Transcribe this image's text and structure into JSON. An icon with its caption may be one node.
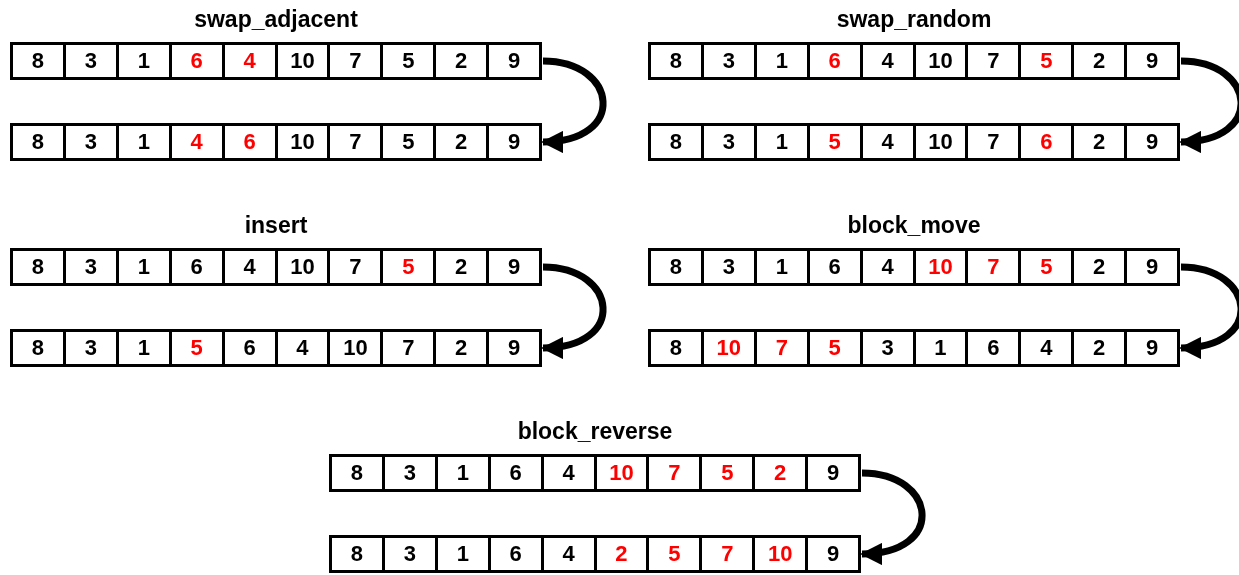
{
  "diagram": {
    "nodes": [
      {
        "text": [
          "swap_adjacent"
        ]
      },
      {
        "text": [],
        "shape": "bar",
        "in": 0
      },
      {
        "text": [
          "8"
        ],
        "in": 1
      },
      {
        "text": [
          "3"
        ],
        "in": 1
      },
      {
        "text": [
          "1"
        ],
        "in": 1
      },
      {
        "text": [
          "6"
        ],
        "in": 1
      },
      {
        "text": [
          "4"
        ],
        "in": 1
      },
      {
        "text": [
          "10"
        ],
        "in": 1
      },
      {
        "text": [
          "7"
        ],
        "in": 1
      },
      {
        "text": [
          "5"
        ],
        "in": 1
      },
      {
        "text": [
          "2"
        ],
        "in": 1
      },
      {
        "text": [
          "9"
        ],
        "in": 1
      },
      {
        "text": [],
        "shape": "bar",
        "in": 0
      },
      {
        "text": [
          "8"
        ],
        "in": 12
      },
      {
        "text": [
          "3"
        ],
        "in": 12
      },
      {
        "text": [
          "1"
        ],
        "in": 12
      },
      {
        "text": [
          "4"
        ],
        "in": 12
      },
      {
        "text": [
          "6"
        ],
        "in": 12
      },
      {
        "text": [
          "10"
        ],
        "in": 12
      },
      {
        "text": [
          "7"
        ],
        "in": 12
      },
      {
        "text": [
          "5"
        ],
        "in": 12
      },
      {
        "text": [
          "2"
        ],
        "in": 12
      },
      {
        "text": [
          "9"
        ],
        "in": 12
      },
      {
        "text": [
          "swap_random"
        ]
      },
      {
        "text": [],
        "shape": "bar",
        "in": 23
      },
      {
        "text": [
          "8"
        ],
        "in": 24
      },
      {
        "text": [
          "3"
        ],
        "in": 24
      },
      {
        "text": [
          "1"
        ],
        "in": 24
      },
      {
        "text": [
          "6"
        ],
        "in": 24
      },
      {
        "text": [
          "4"
        ],
        "in": 24
      },
      {
        "text": [
          "10"
        ],
        "in": 24
      },
      {
        "text": [
          "7"
        ],
        "in": 24
      },
      {
        "text": [
          "5"
        ],
        "in": 24
      },
      {
        "text": [
          "2"
        ],
        "in": 24
      },
      {
        "text": [
          "9"
        ],
        "in": 24
      },
      {
        "text": [],
        "shape": "bar",
        "in": 23
      },
      {
        "text": [
          "8"
        ],
        "in": 35
      },
      {
        "text": [
          "3"
        ],
        "in": 35
      },
      {
        "text": [
          "1"
        ],
        "in": 35
      },
      {
        "text": [
          "5"
        ],
        "in": 35
      },
      {
        "text": [
          "4"
        ],
        "in": 35
      },
      {
        "text": [
          "10"
        ],
        "in": 35
      },
      {
        "text": [
          "7"
        ],
        "in": 35
      },
      {
        "text": [
          "6"
        ],
        "in": 35
      },
      {
        "text": [
          "2"
        ],
        "in": 35
      },
      {
        "text": [
          "9"
        ],
        "in": 35
      },
      {
        "text": [
          "insert"
        ]
      },
      {
        "text": [],
        "shape": "bar",
        "in": 46
      },
      {
        "text": [
          "8"
        ],
        "in": 47
      },
      {
        "text": [
          "3"
        ],
        "in": 47
      },
      {
        "text": [
          "1"
        ],
        "in": 47
      },
      {
        "text": [
          "6"
        ],
        "in": 47
      },
      {
        "text": [
          "4"
        ],
        "in": 47
      },
      {
        "text": [
          "10"
        ],
        "in": 47
      },
      {
        "text": [
          "7"
        ],
        "in": 47
      },
      {
        "text": [
          "5"
        ],
        "in": 47
      },
      {
        "text": [
          "2"
        ],
        "in": 47
      },
      {
        "text": [
          "9"
        ],
        "in": 47
      },
      {
        "text": [],
        "shape": "bar",
        "in": 46
      },
      {
        "text": [
          "8"
        ],
        "in": 58
      },
      {
        "text": [
          "3"
        ],
        "in": 58
      },
      {
        "text": [
          "1"
        ],
        "in": 58
      },
      {
        "text": [
          "5"
        ],
        "in": 58
      },
      {
        "text": [
          "6"
        ],
        "in": 58
      },
      {
        "text": [
          "4"
        ],
        "in": 58
      },
      {
        "text": [
          "10"
        ],
        "in": 58
      },
      {
        "text": [
          "7"
        ],
        "in": 58
      },
      {
        "text": [
          "2"
        ],
        "in": 58
      },
      {
        "text": [
          "9"
        ],
        "in": 58
      },
      {
        "text": [
          "block_move"
        ]
      },
      {
        "text": [],
        "shape": "bar",
        "in": 69
      },
      {
        "text": [
          "8"
        ],
        "in": 70
      },
      {
        "text": [
          "3"
        ],
        "in": 70
      },
      {
        "text": [
          "1"
        ],
        "in": 70
      },
      {
        "text": [
          "6"
        ],
        "in": 70
      },
      {
        "text": [
          "4"
        ],
        "in": 70
      },
      {
        "text": [
          "10"
        ],
        "in": 70
      },
      {
        "text": [
          "7"
        ],
        "in": 70
      },
      {
        "text": [
          "5"
        ],
        "in": 70
      },
      {
        "text": [
          "2"
        ],
        "in": 70
      },
      {
        "text": [
          "9"
        ],
        "in": 70
      },
      {
        "text": [],
        "shape": "bar",
        "in": 69
      },
      {
        "text": [
          "8"
        ],
        "in": 81
      },
      {
        "text": [
          "10"
        ],
        "in": 81
      },
      {
        "text": [
          "7"
        ],
        "in": 81
      },
      {
        "text": [
          "5"
        ],
        "in": 81
      },
      {
        "text": [
          "3"
        ],
        "in": 81
      },
      {
        "text": [
          "1"
        ],
        "in": 81
      },
      {
        "text": [
          "6"
        ],
        "in": 81
      },
      {
        "text": [
          "4"
        ],
        "in": 81
      },
      {
        "text": [
          "2"
        ],
        "in": 81
      },
      {
        "text": [
          "9"
        ],
        "in": 81
      },
      {
        "text": [
          "block_reverse"
        ]
      },
      {
        "text": [],
        "shape": "bar",
        "in": 92
      },
      {
        "text": [
          "8"
        ],
        "in": 93
      },
      {
        "text": [
          "3"
        ],
        "in": 93
      },
      {
        "text": [
          "1"
        ],
        "in": 93
      },
      {
        "text": [
          "6"
        ],
        "in": 93
      },
      {
        "text": [
          "4"
        ],
        "in": 93
      },
      {
        "text": [
          "10"
        ],
        "in": 93
      },
      {
        "text": [
          "7"
        ],
        "in": 93
      },
      {
        "text": [
          "5"
        ],
        "in": 93
      },
      {
        "text": [
          "2"
        ],
        "in": 93
      },
      {
        "text": [
          "9"
        ],
        "in": 93
      },
      {
        "text": [],
        "shape": "bar",
        "in": 92
      },
      {
        "text": [
          "8"
        ],
        "in": 104
      },
      {
        "text": [
          "3"
        ],
        "in": 104
      },
      {
        "text": [
          "1"
        ],
        "in": 104
      },
      {
        "text": [
          "6"
        ],
        "in": 104
      },
      {
        "text": [
          "4"
        ],
        "in": 104
      },
      {
        "text": [
          "2"
        ],
        "in": 104
      },
      {
        "text": [
          "5"
        ],
        "in": 104
      },
      {
        "text": [
          "7"
        ],
        "in": 104
      },
      {
        "text": [
          "10"
        ],
        "in": 104
      },
      {
        "text": [
          "9"
        ],
        "in": 104
      }
    ],
    "edges": [
      {
        "from": 1,
        "to": 12,
        "arrow": "to"
      },
      {
        "from": 24,
        "to": 35,
        "arrow": "to"
      },
      {
        "from": 47,
        "to": 58,
        "arrow": "to"
      },
      {
        "from": 70,
        "to": 81,
        "arrow": "to"
      },
      {
        "from": 93,
        "to": 104,
        "arrow": "to"
      }
    ]
  }
}
